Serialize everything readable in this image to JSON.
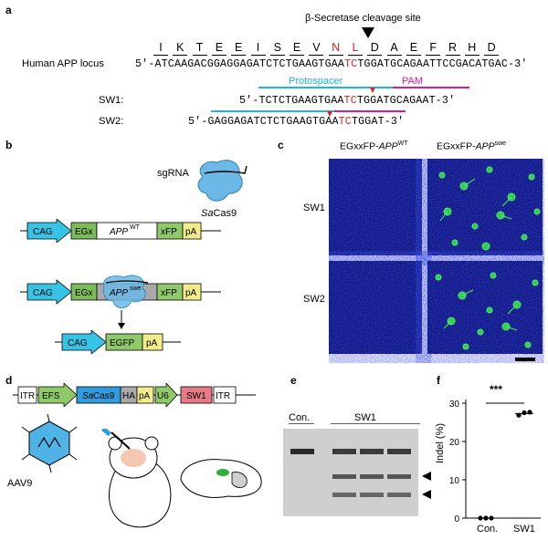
{
  "panels": {
    "a": "a",
    "b": "b",
    "c": "c",
    "d": "d",
    "e": "e",
    "f": "f"
  },
  "panel_a": {
    "cleavage_label": "β-Secretase cleavage site",
    "locus_label": "Human APP locus",
    "amino_acids": [
      "I",
      "K",
      "T",
      "E",
      "E",
      "I",
      "S",
      "E",
      "V",
      "N",
      "L",
      "D",
      "A",
      "E",
      "F",
      "R",
      "H",
      "D"
    ],
    "red_amino_acids": [
      9,
      10
    ],
    "human_seq_prefix": "5′-",
    "human_seq_a": "ATCAAGACGGAGGAGATCTCTGAAGTGAA",
    "human_seq_red": "TC",
    "human_seq_b": "TGGATGCAGAATTCCGACATGAC",
    "human_seq_suffix": "-3′",
    "protospacer_label": "Protospacer",
    "pam_label": "PAM",
    "sw1_label": "SW1:",
    "sw1_prefix": "5′-",
    "sw1_a": "TCTCTGAAGTGAA",
    "sw1_red": "TC",
    "sw1_b": "TGGATGCAGAAT",
    "sw1_suffix": "-3′",
    "sw2_label": "SW2:",
    "sw2_prefix": "5′-",
    "sw2_a": "GAGGAGATCTCTGAAGTGAA",
    "sw2_red": "TC",
    "sw2_b": "TGGAT",
    "sw2_suffix": "-3′"
  },
  "panel_b": {
    "sgrna_label": "sgRNA",
    "sacas9_label_italic": "Sa",
    "sacas9_label_rest": "Cas9",
    "construct1": [
      "CAG",
      "EGx",
      "APP",
      "WT",
      "xFP",
      "pA"
    ],
    "construct2": [
      "CAG",
      "EGx",
      "APP",
      "swe",
      "xFP",
      "pA"
    ],
    "construct3": [
      "CAG",
      "EGFP",
      "pA"
    ]
  },
  "panel_c": {
    "col1_label": "EGxxFP-",
    "col1_gene": "APP",
    "col1_sup": "WT",
    "col2_label": "EGxxFP-",
    "col2_gene": "APP",
    "col2_sup": "swe",
    "row1": "SW1",
    "row2": "SW2"
  },
  "panel_d": {
    "vector": [
      "ITR",
      "EFS",
      "Sa",
      "Cas9",
      "HA",
      "pA",
      "U6",
      "SW1",
      "ITR"
    ],
    "aav_label": "AAV9"
  },
  "panel_e": {
    "con_label": "Con.",
    "sw1_label": "SW1"
  },
  "panel_f": {
    "significance": "***",
    "ylabel": "Indel (%)",
    "yticks": [
      "0",
      "10",
      "20",
      "30"
    ]
  },
  "chart_data": {
    "type": "scatter",
    "categories": [
      "Con.",
      "SW1"
    ],
    "series": [
      {
        "name": "Con.",
        "values": [
          0,
          0,
          0
        ]
      },
      {
        "name": "SW1",
        "values": [
          26.5,
          27.5,
          28
        ]
      }
    ],
    "means": [
      0,
      27.3
    ],
    "ylabel": "Indel (%)",
    "ylim": [
      0,
      30
    ]
  }
}
